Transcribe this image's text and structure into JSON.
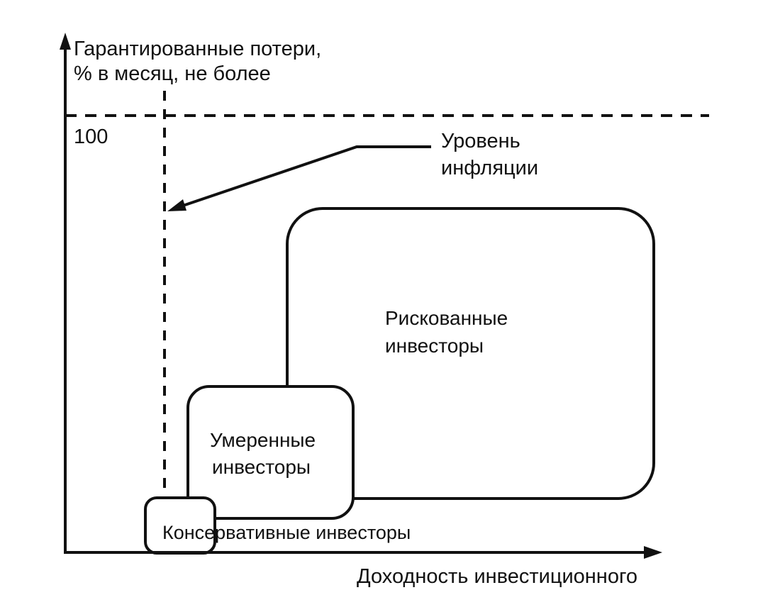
{
  "y_axis": {
    "label_lines": [
      "Гарантированные потери,",
      "% в месяц,  не более"
    ],
    "tick_label": "100"
  },
  "x_axis": {
    "label": "Доходность инвестиционного"
  },
  "inflation": {
    "label_lines": [
      "Уровень",
      "инфляции"
    ]
  },
  "groups": {
    "risky": {
      "label_lines": [
        "Рискованные",
        "инвесторы"
      ]
    },
    "moderate": {
      "label_lines": [
        "Умеренные",
        "инвесторы"
      ]
    },
    "conservative": {
      "label": "Консервативные инвесторы"
    }
  },
  "colors": {
    "ink": "#111111",
    "background": "#ffffff"
  }
}
